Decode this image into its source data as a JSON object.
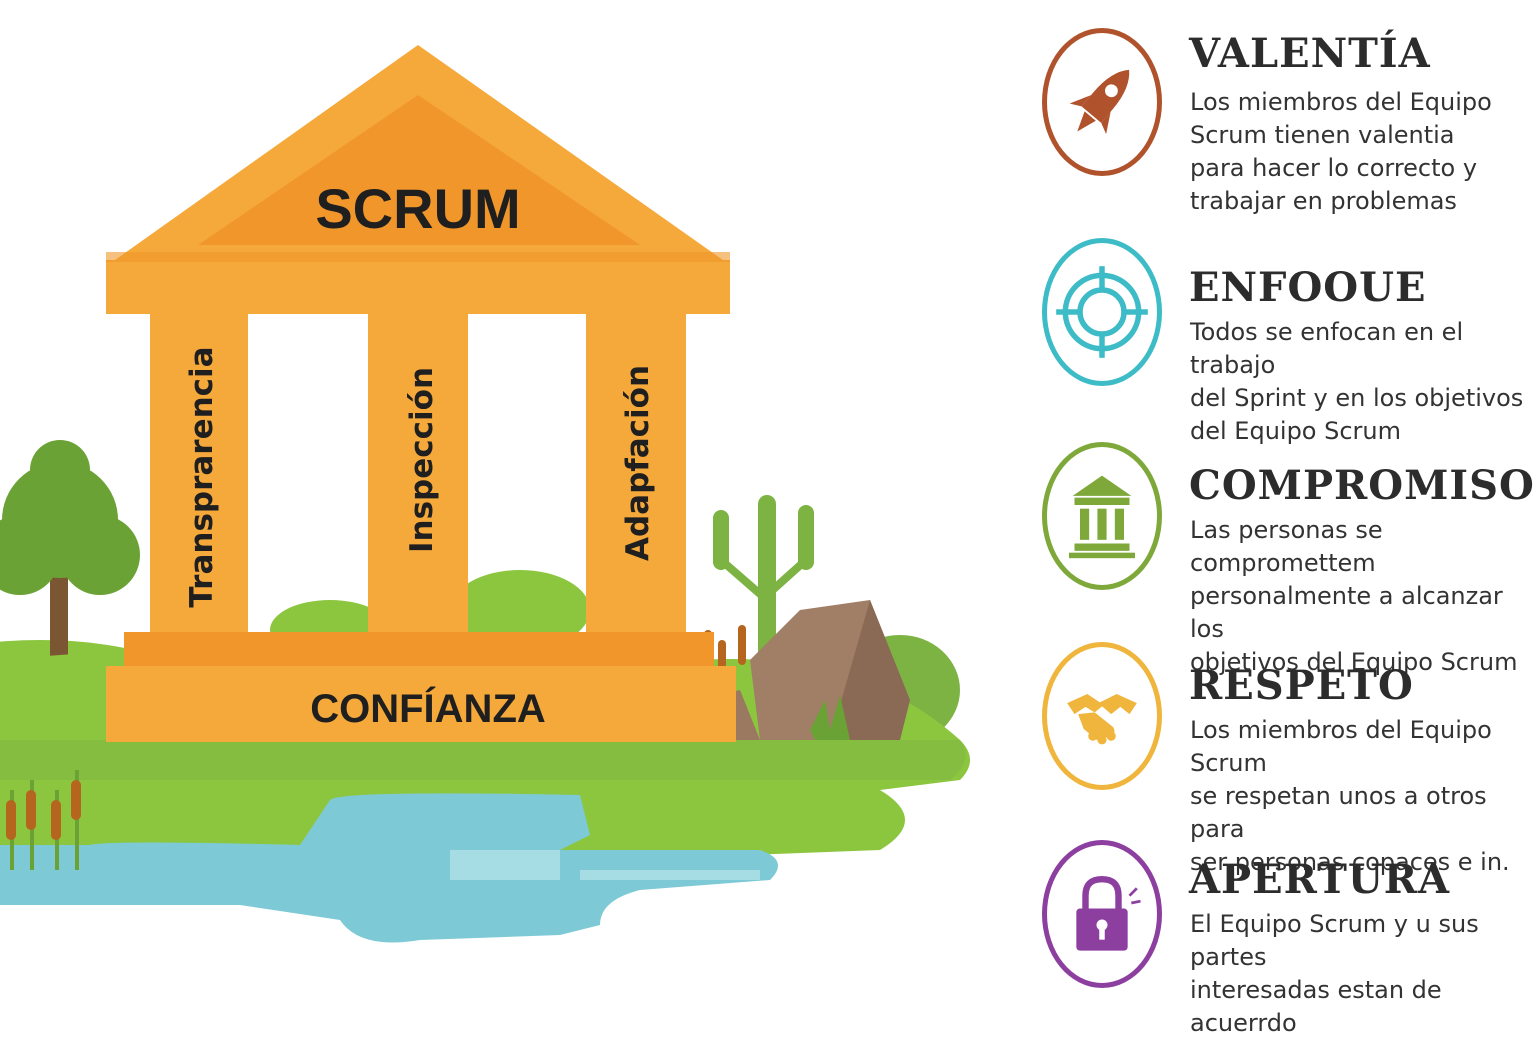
{
  "temple": {
    "title": "SCRUM",
    "pillars": [
      "Transprarencia",
      "Inspección",
      "Adapfación"
    ],
    "base": "CONFÍANZA"
  },
  "values": [
    {
      "title": "VALENTÍA",
      "description": "Los miembros del Equipo\nScrum tienen valentia\npara hacer lo correcto y\ntrabajar en problemas",
      "icon": "rocket-icon",
      "color": "#b0532d"
    },
    {
      "title": "ENFOOUE",
      "description": "Todos se enfocan en el trabajo\ndel Sprint y en los objetivos\ndel Equipo Scrum",
      "icon": "target-icon",
      "color": "#3dbcc7"
    },
    {
      "title": "COMPROMISO",
      "description": "Las personas se compromettem\npersonalmente a alcanzar los\nobjetivos del Equipo Scrum",
      "icon": "building-icon",
      "color": "#7fa83a"
    },
    {
      "title": "RESPETO",
      "description": "Los miembros del Equipo Scrum\nse respetan unos a otros para\nser personas copaces e in.",
      "icon": "handshake-icon",
      "color": "#f0b53c"
    },
    {
      "title": "APERTURA",
      "description": "El Equipo Scrum y u sus partes\ninteresadas estan de acuerrdo",
      "icon": "padlock-icon",
      "color": "#8d3fa0"
    }
  ]
}
